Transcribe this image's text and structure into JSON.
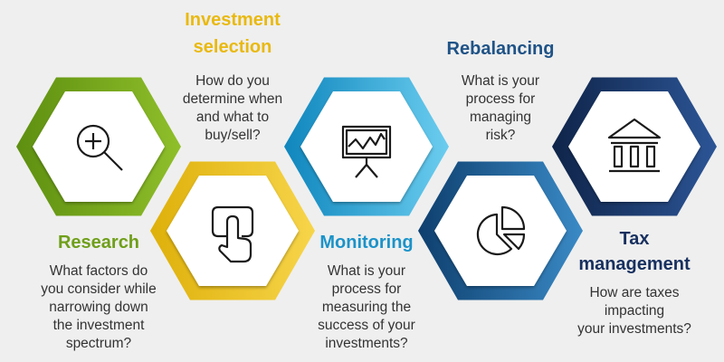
{
  "colors": {
    "research": "#6f9f1a",
    "selection": "#e9b90f",
    "monitoring": "#1b93c9",
    "rebalancing": "#1f5387",
    "tax": "#17305f",
    "body_text": "#333333"
  },
  "steps": [
    {
      "title": [
        "Research"
      ],
      "body": [
        "What factors do",
        "you consider while",
        "narrowing down",
        "the investment",
        "spectrum?"
      ],
      "icon": "magnifier-plus-icon"
    },
    {
      "title": [
        "Investment",
        "selection"
      ],
      "body": [
        "How do you",
        "determine when",
        "and what to",
        "buy/sell?"
      ],
      "icon": "touch-hand-icon"
    },
    {
      "title": [
        "Monitoring"
      ],
      "body": [
        "What is your",
        "process for",
        "measuring the",
        "success of your",
        "investments?"
      ],
      "icon": "presentation-chart-icon"
    },
    {
      "title": [
        "Rebalancing"
      ],
      "body": [
        "What is your",
        "process for",
        "managing",
        "risk?"
      ],
      "icon": "pie-chart-icon"
    },
    {
      "title": [
        "Tax",
        "management"
      ],
      "body": [
        "How are taxes",
        "impacting",
        "your investments?"
      ],
      "icon": "bank-building-icon"
    }
  ]
}
